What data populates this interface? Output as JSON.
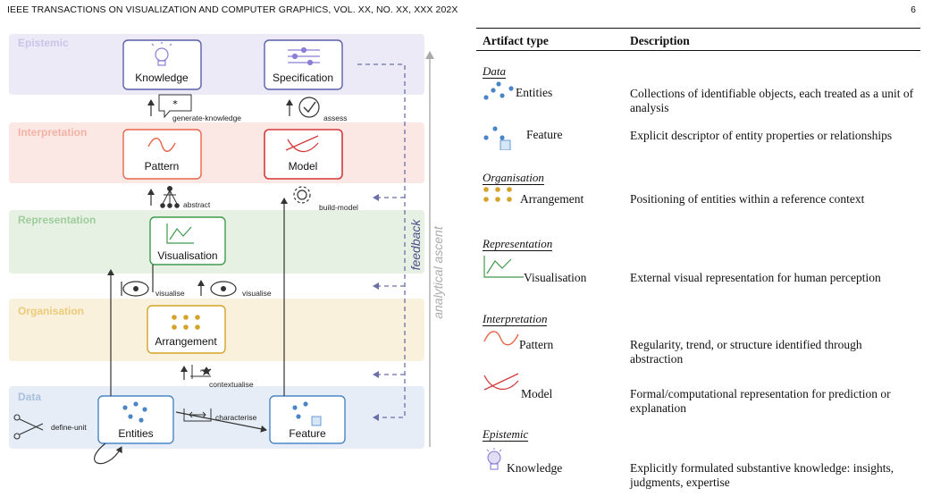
{
  "header": {
    "left": "IEEE TRANSACTIONS ON VISUALIZATION AND COMPUTER GRAPHICS, VOL. XX, NO. XX, XXX 202X",
    "page": "6"
  },
  "figure": {
    "bands": {
      "epistemic": "Epistemic",
      "interpretation": "Interpretation",
      "representation": "Representation",
      "organisation": "Organisation",
      "data": "Data"
    },
    "boxes": {
      "knowledge": "Knowledge",
      "specification": "Specification",
      "pattern": "Pattern",
      "model": "Model",
      "visualisation": "Visualisation",
      "arrangement": "Arrangement",
      "entities": "Entities",
      "feature": "Feature"
    },
    "actions": {
      "generate_knowledge": "generate-knowledge",
      "assess": "assess",
      "abstract": "abstract",
      "build_model": "build-model",
      "visualise_1": "visualise",
      "visualise_2": "visualise",
      "contextualise": "contextualise",
      "define_unit": "define-unit",
      "characterise": "characterise"
    },
    "side_labels": {
      "feedback": "feedback",
      "analytical_ascent": "analytical ascent"
    },
    "colors": {
      "epistemic": "#8a7fd6",
      "interpretation": "#e8664a",
      "representation": "#3f9a4e",
      "organisation": "#d4a32a",
      "data": "#4a86c5",
      "model": "#d23a3a"
    }
  },
  "table": {
    "col_artifact": "Artifact type",
    "col_description": "Description",
    "sections": {
      "data": "Data",
      "organisation": "Organisation",
      "representation": "Representation",
      "interpretation": "Interpretation",
      "epistemic": "Epistemic"
    },
    "rows": {
      "entities": {
        "label": "Entities",
        "desc": "Collections of identifiable objects, each treated as a unit of analysis"
      },
      "feature": {
        "label": "Feature",
        "desc": "Explicit descriptor of entity properties or relationships"
      },
      "arrangement": {
        "label": "Arrangement",
        "desc": "Positioning of entities within a reference context"
      },
      "visualisation": {
        "label": "Visualisation",
        "desc": "External visual representation for human perception"
      },
      "pattern": {
        "label": "Pattern",
        "desc": "Regularity, trend, or structure identified through abstraction"
      },
      "model": {
        "label": "Model",
        "desc": "Formal/computational representation for prediction or explanation"
      },
      "knowledge": {
        "label": "Knowledge",
        "desc": "Explicitly formulated substantive knowledge: insights, judgments, expertise"
      }
    }
  }
}
